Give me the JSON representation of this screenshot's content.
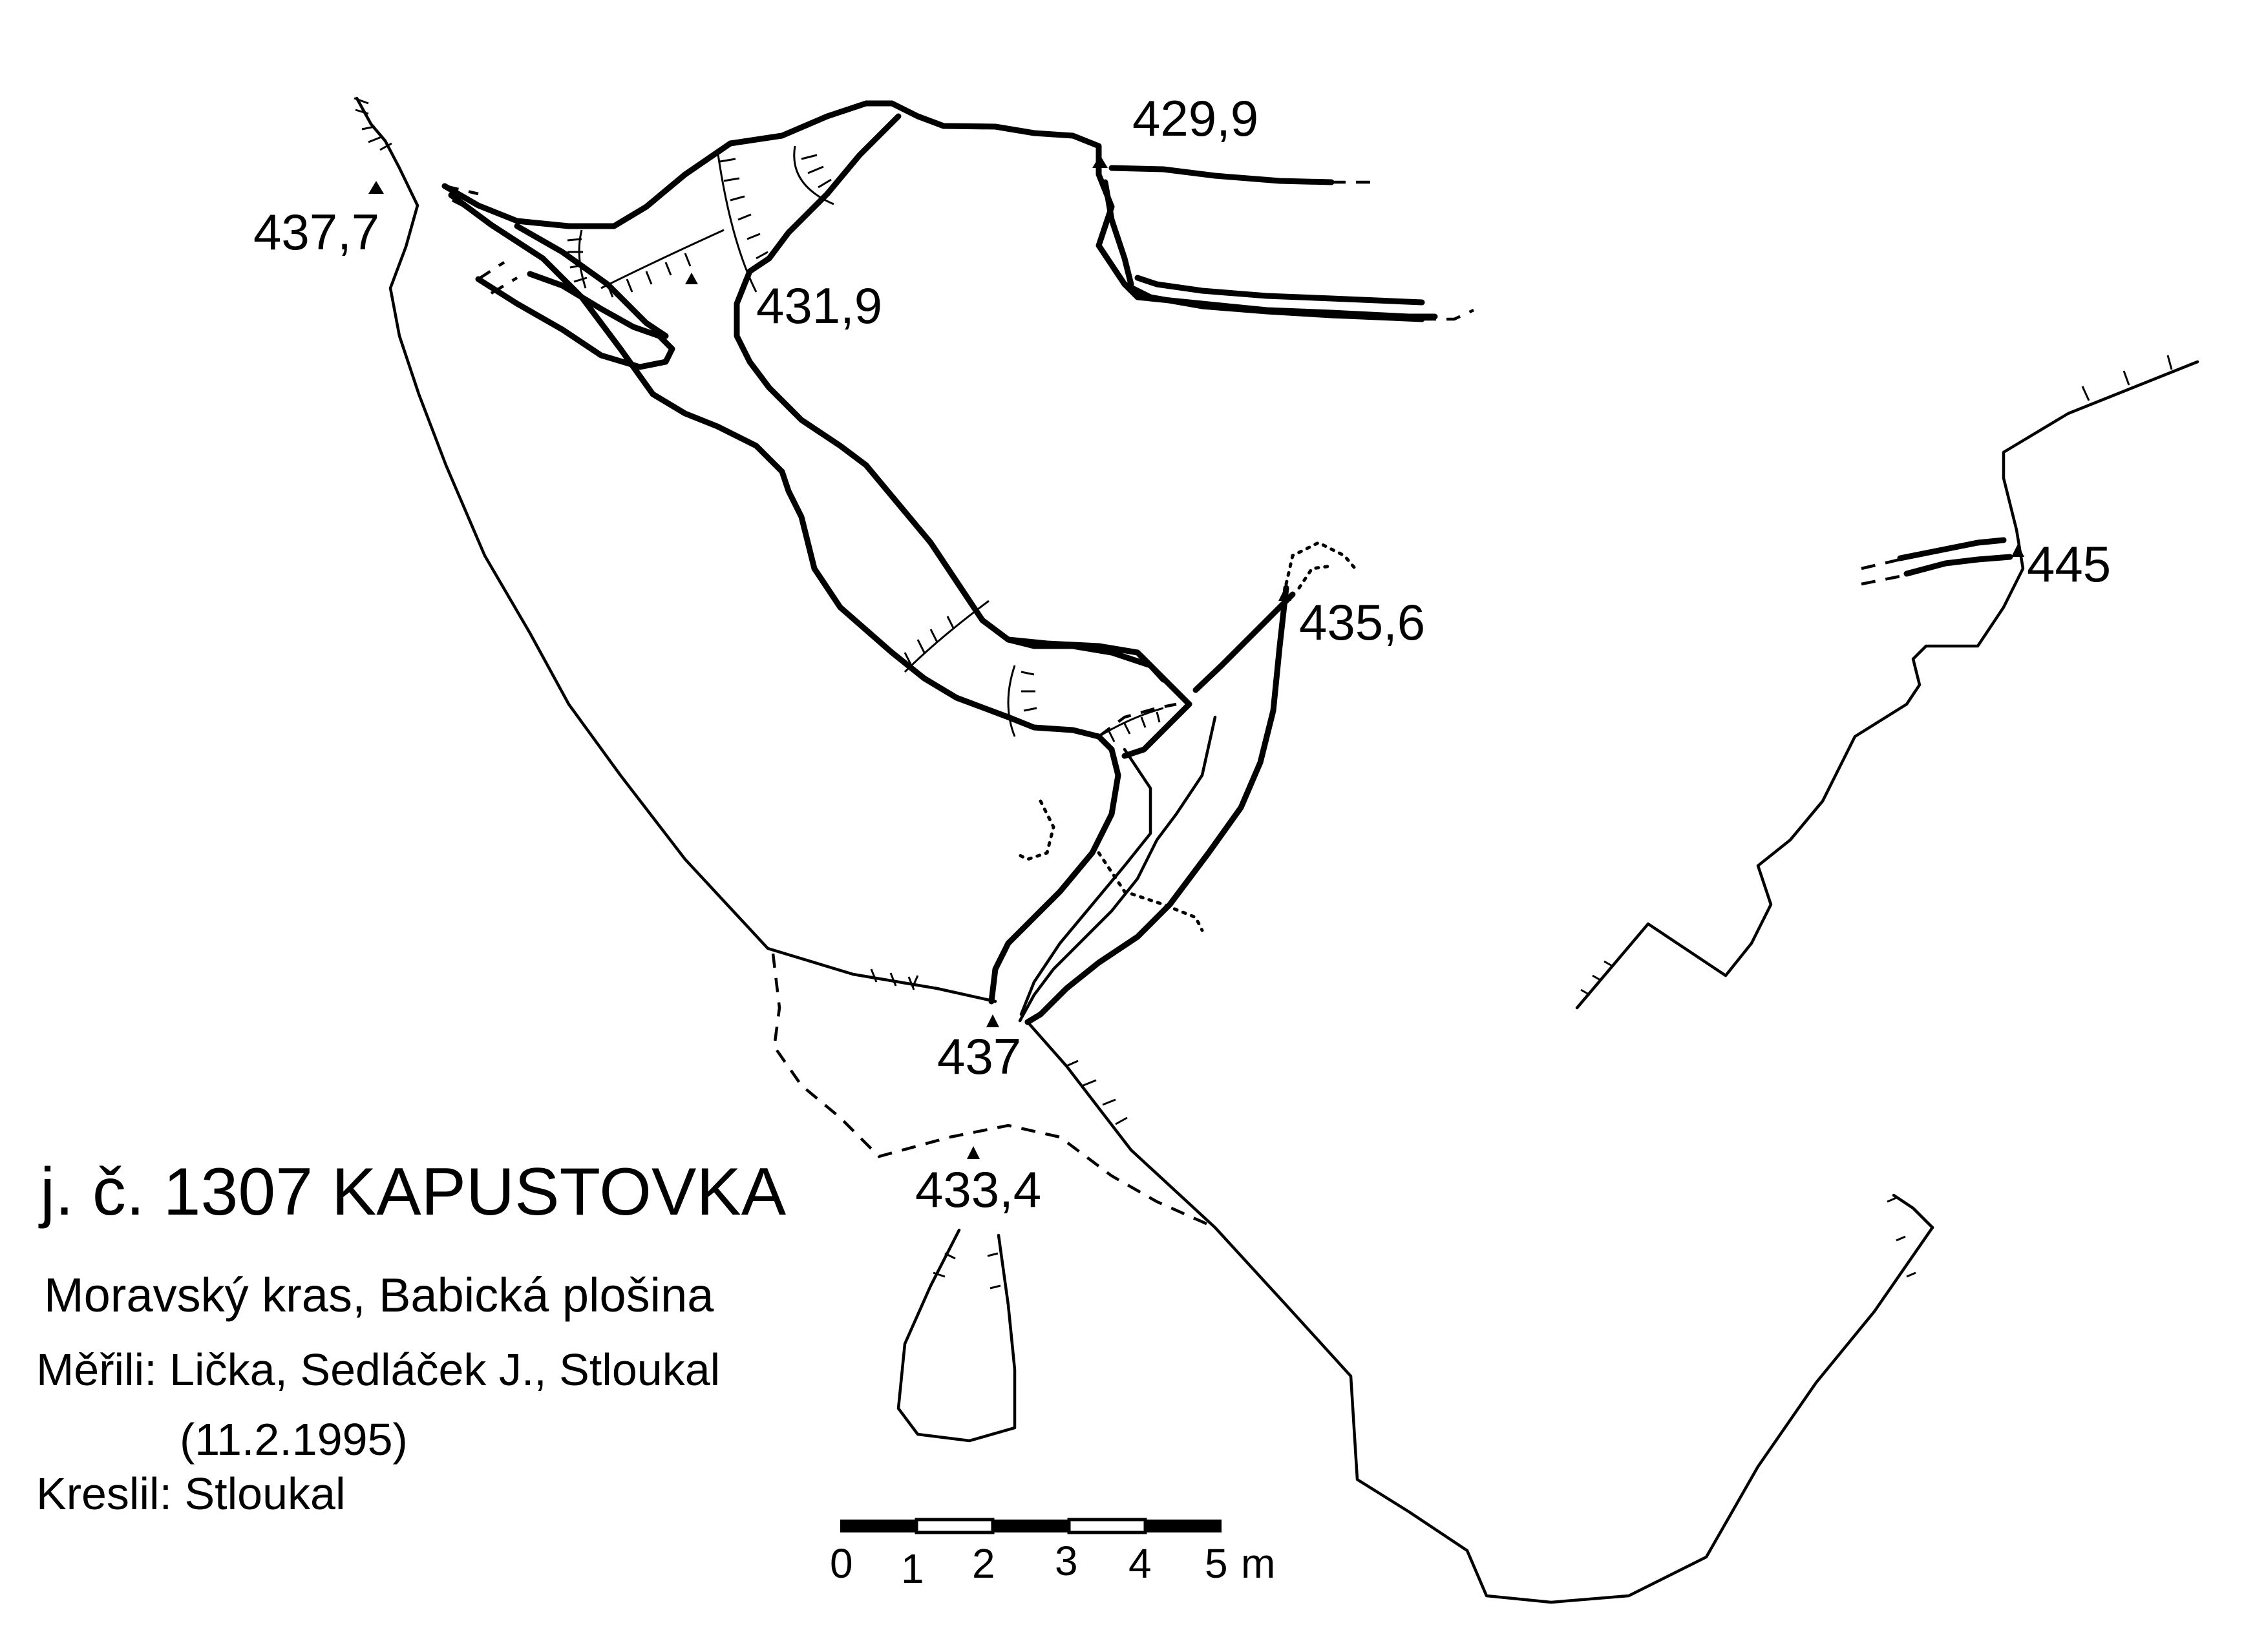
{
  "map": {
    "title": "j. č. 1307 KAPUSTOVKA",
    "subtitle": "Moravský kras, Babická plošina",
    "surveyed_by": "Měřili: Lička, Sedláček J., Stloukal",
    "survey_date": "(11.2.1995)",
    "drawn_by": "Kreslil: Stloukal"
  },
  "elevations": [
    {
      "id": "p1",
      "label": "429,9"
    },
    {
      "id": "p2",
      "label": "437,7"
    },
    {
      "id": "p3",
      "label": "431,9"
    },
    {
      "id": "p4",
      "label": "435,6"
    },
    {
      "id": "p5",
      "label": "445"
    },
    {
      "id": "p6",
      "label": "437"
    },
    {
      "id": "p7",
      "label": "433,4"
    }
  ],
  "scale_bar": {
    "labels": [
      "0",
      "1",
      "2",
      "3",
      "4",
      "5"
    ],
    "unit": "m"
  }
}
